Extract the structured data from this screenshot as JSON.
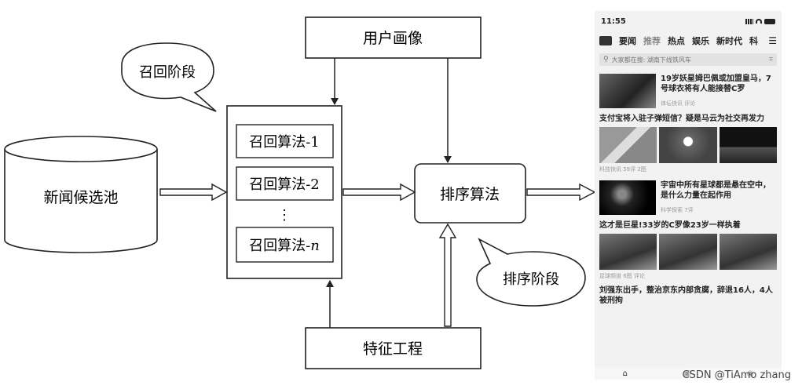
{
  "diagram": {
    "news_pool": "新闻候选池",
    "recall_bubble": "召回阶段",
    "recall_algorithms": [
      "召回算法-1",
      "召回算法-2"
    ],
    "recall_ellipsis": "⋮",
    "recall_last_prefix": "召回算法-",
    "recall_last_suffix": "n",
    "user_profile": "用户画像",
    "ranking": "排序算法",
    "ranking_bubble": "排序阶段",
    "feature_engineering": "特征工程"
  },
  "phone": {
    "time": "11:55",
    "tabs": [
      "要闻",
      "推荐",
      "热点",
      "娱乐",
      "新时代",
      "科"
    ],
    "active_tab": "推荐",
    "search_placeholder": "大家都在搜: 湖南下线铁风车",
    "cards": [
      {
        "title": "19岁妖星姆巴佩或加盟皇马，7号球衣将有人能接替C罗",
        "meta": "体坛快讯  评论"
      },
      {
        "title": "宇宙中所有星球都是悬在空中，是什么力量在起作用",
        "meta": "科学探索  7评"
      }
    ],
    "headlines": [
      {
        "title": "支付宝将入驻子弹短信？疑是马云为社交再发力",
        "meta": "科技快讯  59评  2图"
      },
      {
        "title": "这才是巨星!33岁的C罗像23岁一样执着",
        "meta": "足球频道  6图  评论"
      },
      {
        "title": "刘强东出手，整治京东内部贪腐，辞退16人，4人被刑拘",
        "meta": ""
      }
    ],
    "bottom_icons": [
      "home-icon",
      "video-icon",
      "user-icon"
    ]
  },
  "watermark": "CSDN @TiAmo zhang"
}
